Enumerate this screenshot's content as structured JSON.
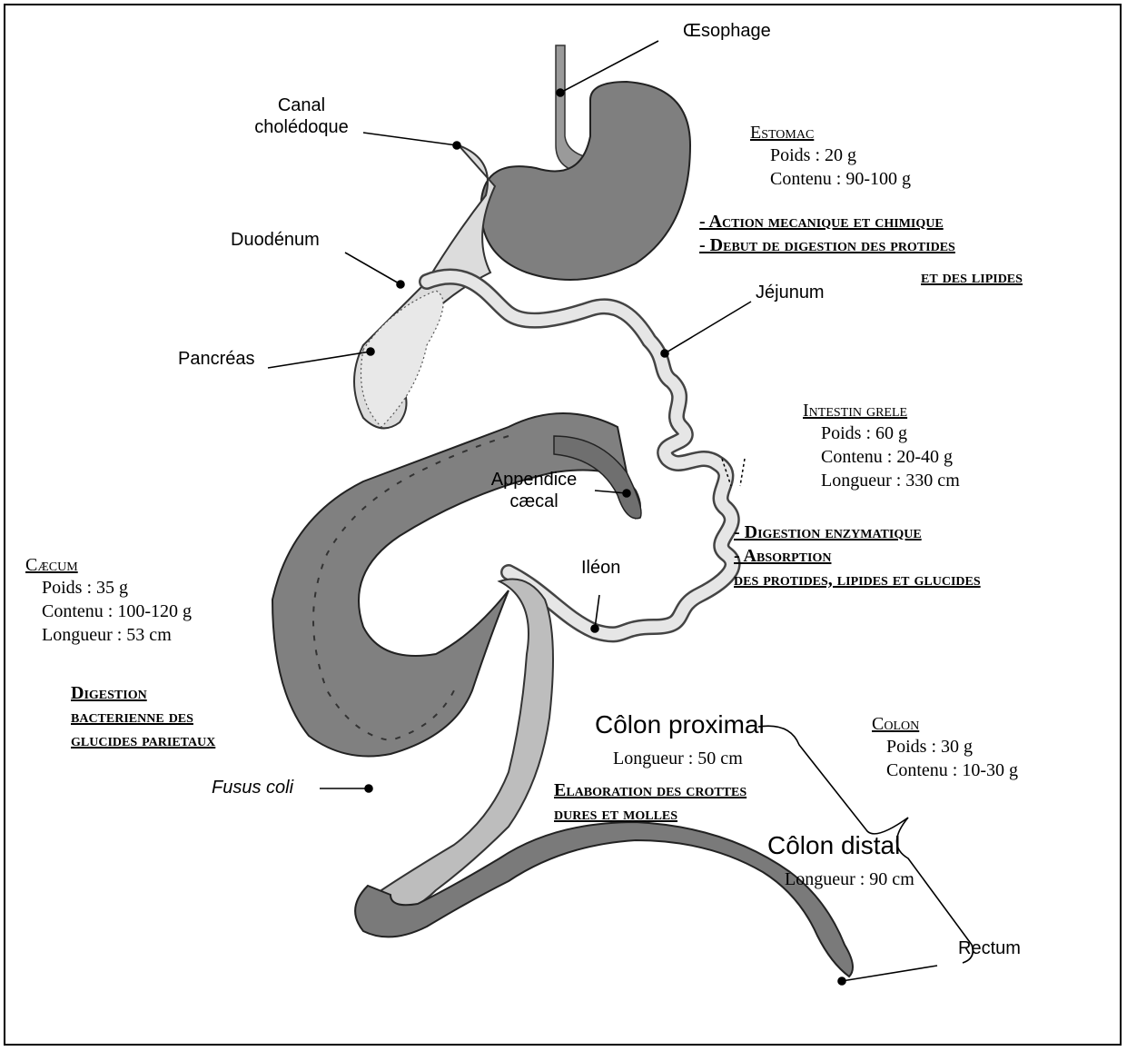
{
  "labels": {
    "oesophage": "Œsophage",
    "canal_choledoque": [
      "Canal",
      "cholédoque"
    ],
    "duodenum": "Duodénum",
    "pancreas": "Pancréas",
    "jejunum": "Jéjunum",
    "appendice": [
      "Appendice",
      "cæcal"
    ],
    "ileon": "Iléon",
    "colon_proximal": "Côlon proximal",
    "colon_distal": "Côlon distal",
    "fusus_coli": "Fusus coli",
    "rectum": "Rectum"
  },
  "estomac": {
    "title": "Estomac",
    "stats": [
      "Poids : 20 g",
      "Contenu : 90-100 g"
    ],
    "functions": [
      "- Action mecanique et chimique",
      "- Debut de digestion des protides",
      "et des lipides"
    ]
  },
  "intestin": {
    "title": "Intestin grele",
    "stats": [
      "Poids : 60 g",
      "Contenu : 20-40 g",
      "Longueur : 330 cm"
    ],
    "functions": [
      "- Digestion enzymatique",
      "- Absorption",
      "des protides, lipides et glucides"
    ]
  },
  "caecum": {
    "title": "Cæcum",
    "stats": [
      "Poids : 35 g",
      "Contenu : 100-120 g",
      "Longueur : 53 cm"
    ],
    "functions": [
      "Digestion",
      "bacterienne des",
      "glucides parietaux"
    ]
  },
  "colon": {
    "title": "Colon",
    "stats": [
      "Poids : 30 g",
      "Contenu : 10-30 g"
    ],
    "proximal_length": "Longueur : 50 cm",
    "proximal_functions": [
      "Elaboration des crottes",
      "dures et molles"
    ],
    "distal_length": "Longueur : 90 cm"
  }
}
